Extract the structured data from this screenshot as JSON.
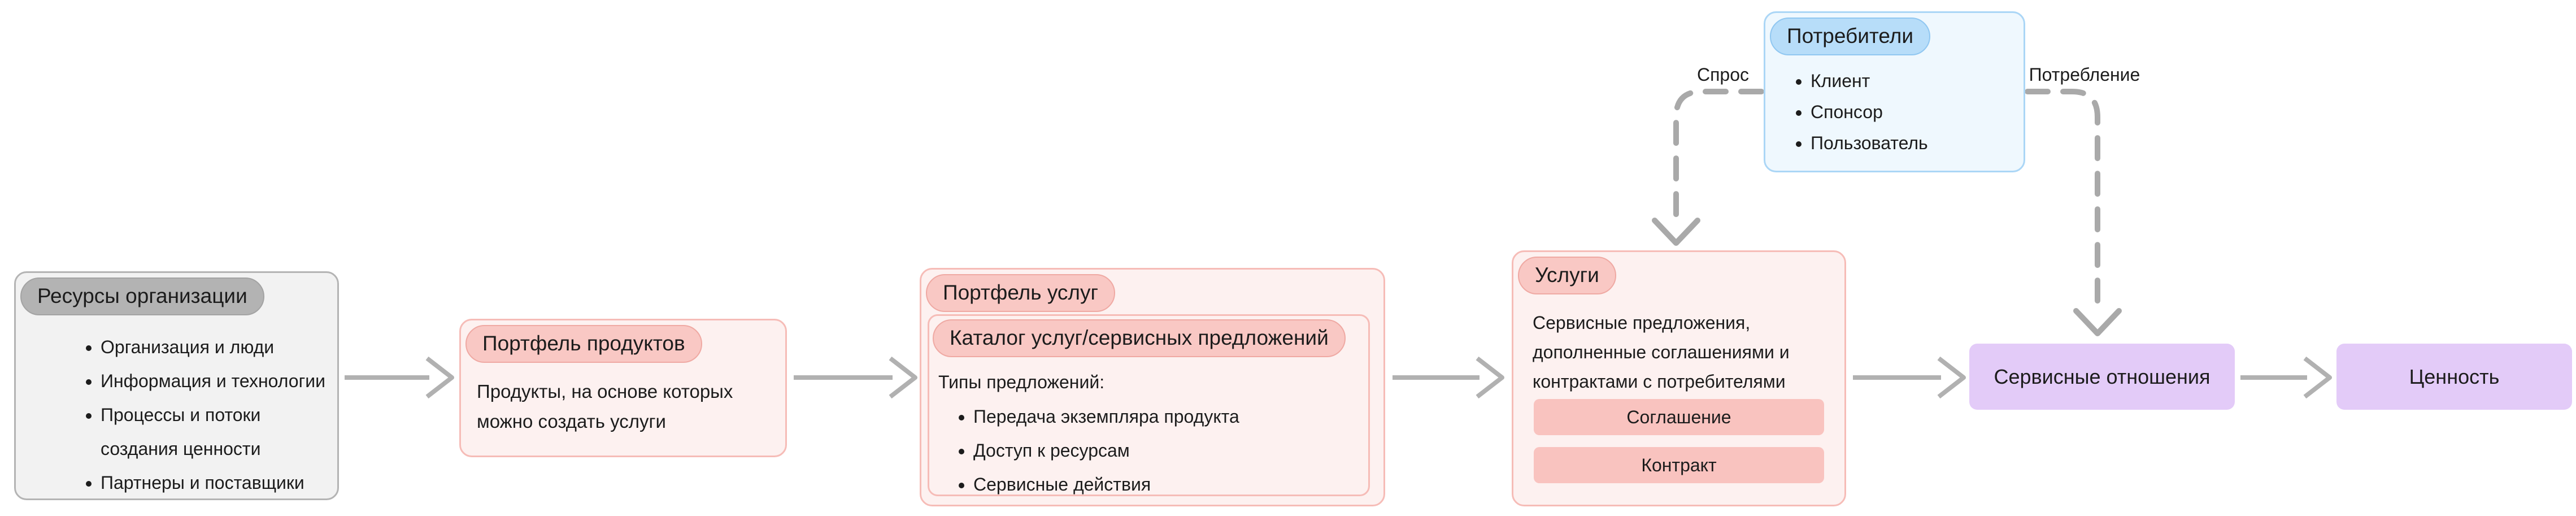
{
  "diagram": {
    "nodes": {
      "resources": {
        "title": "Ресурсы организации",
        "items": [
          "Организация и люди",
          "Информация и технологии",
          "Процессы и потоки\nсоздания ценности",
          "Партнеры и поставщики"
        ]
      },
      "product_portfolio": {
        "title": "Портфель продуктов",
        "body": "Продукты, на основе которых\nможно создать услуги"
      },
      "service_portfolio": {
        "title": "Портфель услуг",
        "catalog": {
          "title": "Каталог услуг/сервисных предложений",
          "intro": "Типы предложений:",
          "items": [
            "Передача экземпляра продукта",
            "Доступ к ресурсам",
            "Сервисные действия"
          ]
        }
      },
      "services": {
        "title": "Услуги",
        "body": "Сервисные предложения,\nдополненные соглашениями и\nконтрактами с потребителями",
        "tags": [
          "Соглашение",
          "Контракт"
        ]
      },
      "consumers": {
        "title": "Потребители",
        "items": [
          "Клиент",
          "Спонсор",
          "Пользователь"
        ]
      },
      "service_relationships": {
        "title": "Сервисные отношения"
      },
      "value": {
        "title": "Ценность"
      }
    },
    "edges": {
      "demand": "Спрос",
      "consumption": "Потребление"
    },
    "colors": {
      "gray_fill": "#f2f2f2",
      "gray_border": "#b4b4b4",
      "gray_pill": "#b3b3b3",
      "pink_fill": "#fdf1f0",
      "pink_border": "#f6bcb7",
      "pink_pill": "#f9c8c4",
      "tag_fill": "#f9c3bf",
      "blue_fill": "#eff8fe",
      "blue_border": "#abd6f6",
      "blue_pill": "#b7ddf9",
      "purple_fill": "#e3cbf8",
      "arrow": "#b1b1b1",
      "dashed_arrow": "#a9a9a9",
      "text": "#1c1c1c"
    }
  }
}
